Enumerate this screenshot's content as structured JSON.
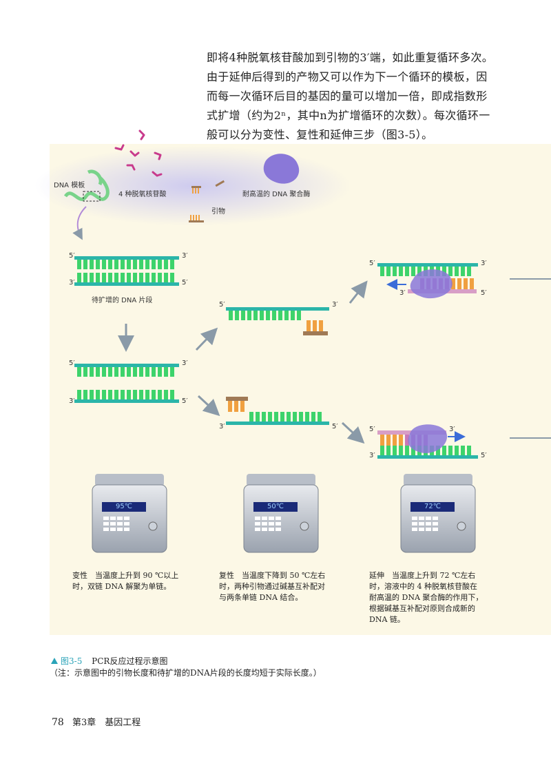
{
  "paragraph": [
    "即将4种脱氧核苷酸加到引物的3′端，如此重复循环多次。",
    "由于延伸后得到的产物又可以作为下一个循环的模板，因",
    "而每一次循环后目的基因的量可以增加一倍，即成指数形",
    "式扩增（约为2ⁿ，其中n为扩增循环的次数）。每次循环一",
    "般可以分为变性、复性和延伸三步（图3-5）。"
  ],
  "labels": {
    "dna_template": "DNA 模板",
    "dntp": "4 种脱氧核苷酸",
    "primer": "引物",
    "polymerase": "耐高温的 DNA 聚合酶",
    "target_fragment": "待扩增的 DNA 片段",
    "end5": "5′",
    "end3": "3′"
  },
  "thermocyclers": [
    {
      "temp": "95℃"
    },
    {
      "temp": "50℃"
    },
    {
      "temp": "72℃"
    }
  ],
  "steps": [
    {
      "lines": [
        "变性　当温度上升到 90 ℃以上",
        "时，双链 DNA 解聚为单链。"
      ]
    },
    {
      "lines": [
        "复性　当温度下降到 50 ℃左右",
        "时，两种引物通过碱基互补配对",
        "与两条单链 DNA 结合。"
      ]
    },
    {
      "lines": [
        "延伸　当温度上升到 72 ℃左右",
        "时，溶液中的 4 种脱氧核苷酸在",
        "耐高温的 DNA 聚合酶的作用下，",
        "根据碱基互补配对原则合成新的",
        "DNA 链。"
      ]
    }
  ],
  "caption": {
    "label": "图3-5",
    "title": "PCR反应过程示意图",
    "note": "（注：示意图中的引物长度和待扩增的DNA片段的长度均短于实际长度。）"
  },
  "footer": {
    "page": "78",
    "chapter": "第3章　基因工程"
  },
  "colors": {
    "strand_teal": "#2bb5a9",
    "base_green": "#3dd36b",
    "primer_orange": "#f0a040",
    "primer_bar": "#a07a55",
    "new_strand": "#c978b8",
    "enzyme": "#8a78d8",
    "arrow_gray": "#8a9aa8",
    "panel_bg": "#fcf8e6"
  }
}
